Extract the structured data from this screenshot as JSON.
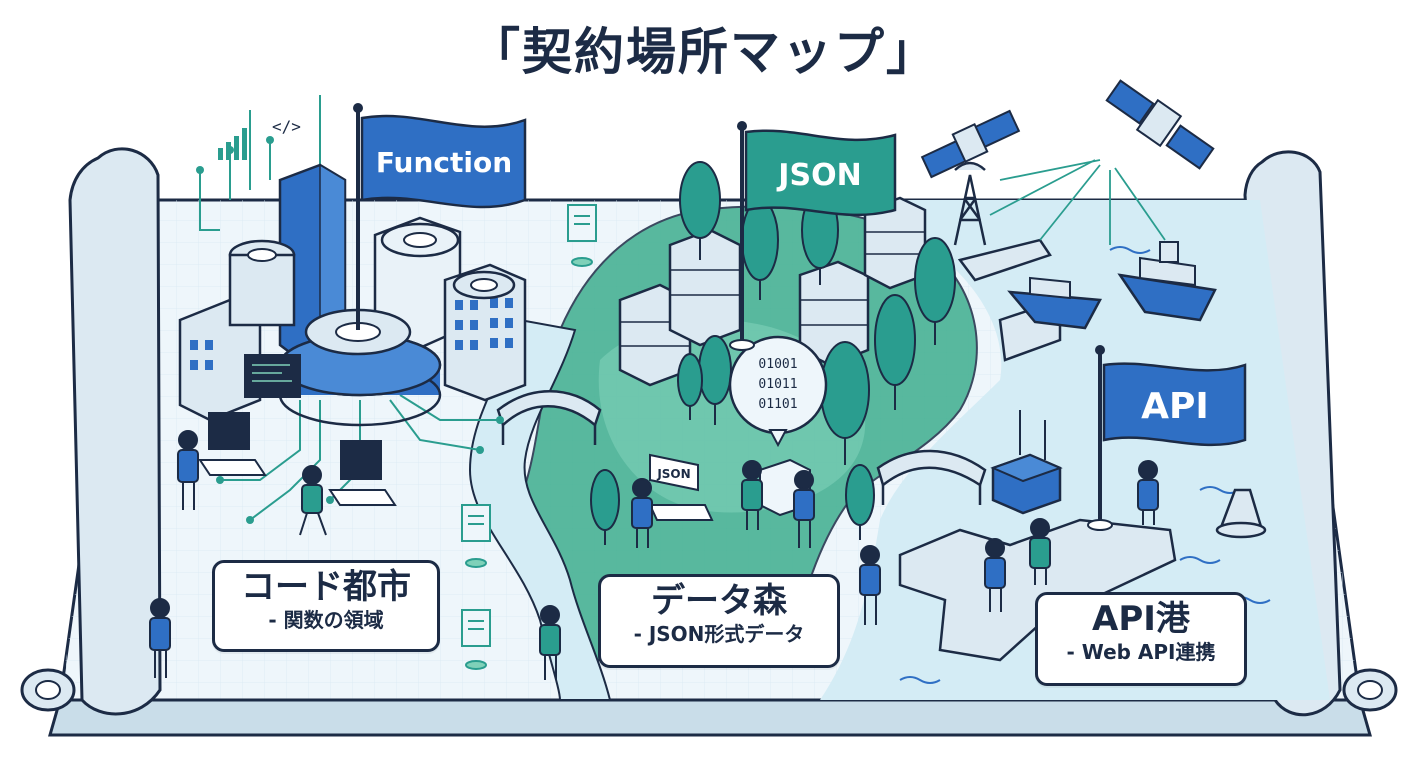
{
  "title": "「契約場所マップ」",
  "colors": {
    "navy": "#1c2b45",
    "blue": "#2f6fc4",
    "teal": "#2a9d8f",
    "forest": "#3fae8e",
    "water": "#d4ecf5",
    "paper": "#eef6fb"
  },
  "flags": {
    "function": "Function",
    "json": "JSON",
    "api": "API"
  },
  "regions": [
    {
      "title": "コード都市",
      "subtitle": "- 関数の領域"
    },
    {
      "title": "データ森",
      "subtitle": "- JSON形式データ"
    },
    {
      "title": "API港",
      "subtitle": "- Web API連携"
    }
  ],
  "signs": {
    "json_sign": "JSON",
    "binary": [
      "01001",
      "01011",
      "01101"
    ],
    "code_tag": "</>"
  }
}
